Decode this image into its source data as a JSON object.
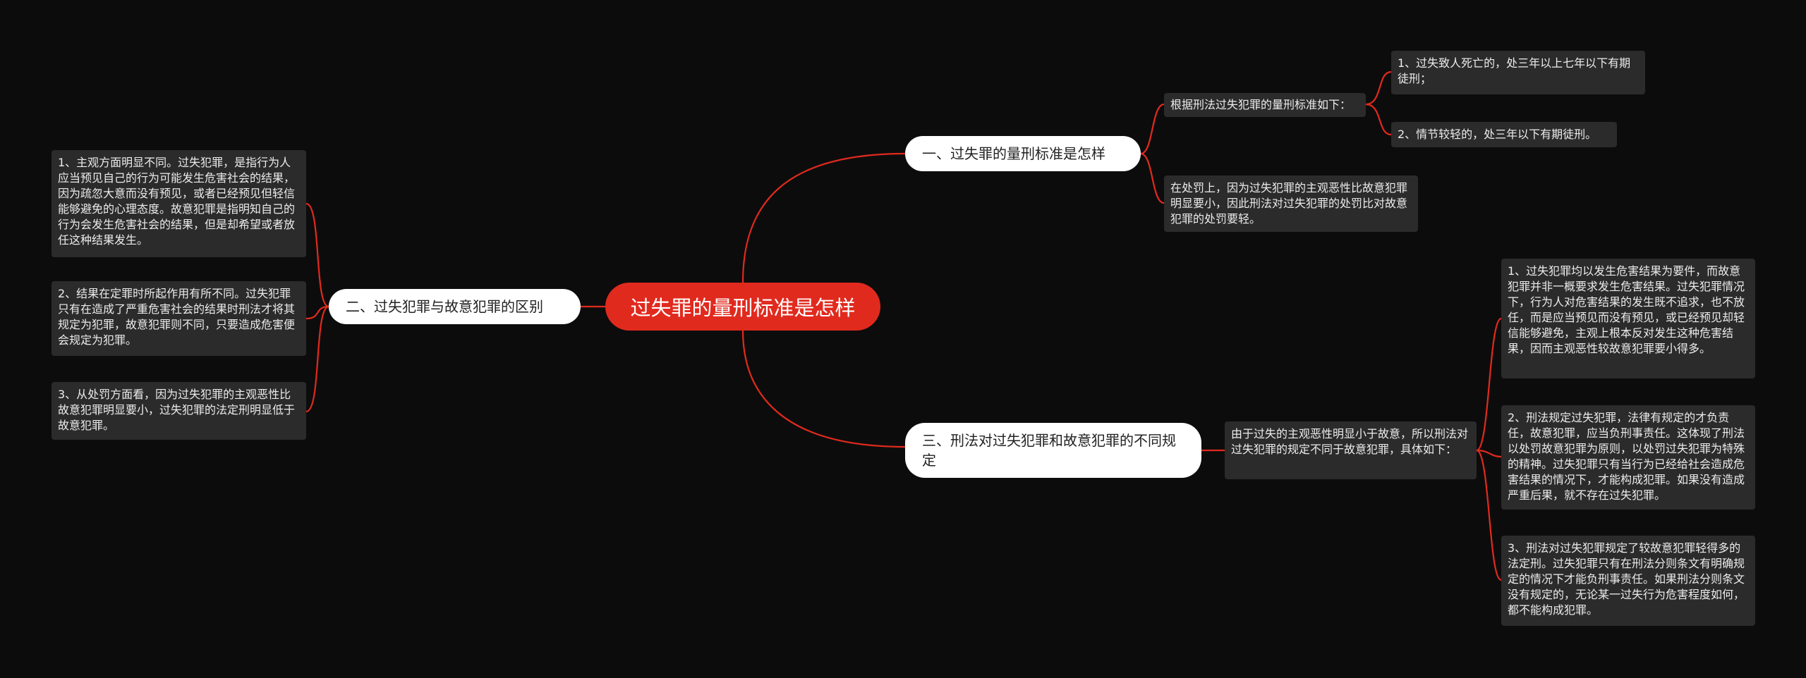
{
  "colors": {
    "background": "#0d0c0c",
    "root": "#e12a1e",
    "link": "#e12a1e",
    "branch": "#ffffff",
    "leaf": "#2b2b2b"
  },
  "root": {
    "title": "过失罪的量刑标准是怎样"
  },
  "branch1": {
    "title": "一、过失罪的量刑标准是怎样",
    "sub1": "根据刑法过失犯罪的量刑标准如下：",
    "sub1_items": [
      "1、过失致人死亡的，处三年以上七年以下有期徒刑；",
      "2、情节较轻的，处三年以下有期徒刑。"
    ],
    "sub2": "在处罚上，因为过失犯罪的主观恶性比故意犯罪明显要小，因此刑法对过失犯罪的处罚比对故意犯罪的处罚要轻。"
  },
  "branch2": {
    "title": "二、过失犯罪与故意犯罪的区别",
    "items": [
      "1、主观方面明显不同。过失犯罪，是指行为人应当预见自己的行为可能发生危害社会的结果，因为疏忽大意而没有预见，或者已经预见但轻信能够避免的心理态度。故意犯罪是指明知自己的行为会发生危害社会的结果，但是却希望或者放任这种结果发生。",
      "2、结果在定罪时所起作用有所不同。过失犯罪只有在造成了严重危害社会的结果时刑法才将其规定为犯罪，故意犯罪则不同，只要造成危害便会规定为犯罪。",
      "3、从处罚方面看，因为过失犯罪的主观恶性比故意犯罪明显要小，过失犯罪的法定刑明显低于故意犯罪。"
    ]
  },
  "branch3": {
    "title": "三、刑法对过失犯罪和故意犯罪的不同规定",
    "sub1": "由于过失的主观恶性明显小于故意，所以刑法对过失犯罪的规定不同于故意犯罪，具体如下：",
    "items": [
      "1、过失犯罪均以发生危害结果为要件，而故意犯罪并非一概要求发生危害结果。过失犯罪情况下，行为人对危害结果的发生既不追求，也不放任，而是应当预见而没有预见，或已经预见却轻信能够避免，主观上根本反对发生这种危害结果，因而主观恶性较故意犯罪要小得多。",
      "2、刑法规定过失犯罪，法律有规定的才负责任，故意犯罪，应当负刑事责任。这体现了刑法以处罚故意犯罪为原则，以处罚过失犯罪为特殊的精神。过失犯罪只有当行为已经给社会造成危害结果的情况下，才能构成犯罪。如果没有造成严重后果，就不存在过失犯罪。",
      "3、刑法对过失犯罪规定了较故意犯罪轻得多的法定刑。过失犯罪只有在刑法分则条文有明确规定的情况下才能负刑事责任。如果刑法分则条文没有规定的，无论某一过失行为危害程度如何，都不能构成犯罪。"
    ]
  }
}
